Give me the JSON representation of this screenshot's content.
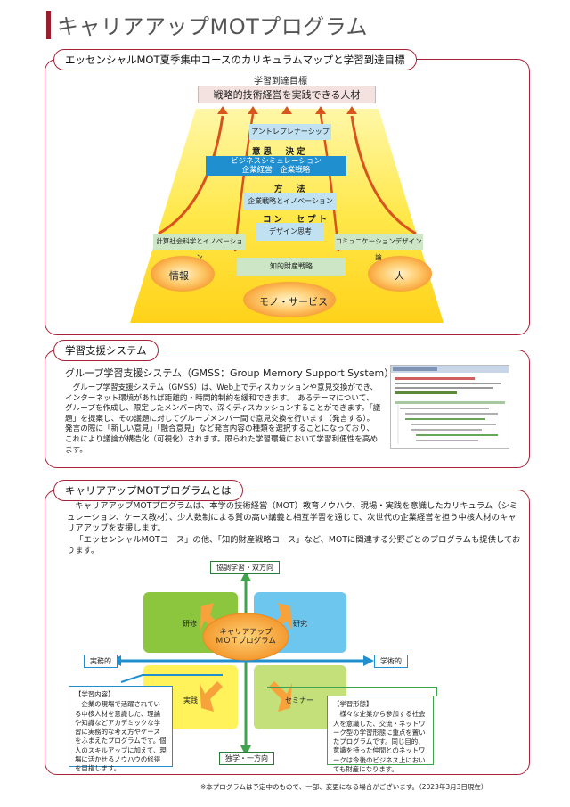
{
  "page": {
    "title": "キャリアアップMOTプログラム"
  },
  "curriculum": {
    "section_label": "エッセンシャルMOT夏季集中コースのカリキュラムマップと学習到達目標",
    "goal_label": "学習到達目標",
    "goal_text": "戦略的技術経営を実践できる人材",
    "entrepreneurship": "アントレプレナーシップ",
    "decision": "意思　決定",
    "simulation": "ビジネスシミュレーション",
    "strategy": "企業経営　企業戦略",
    "method": "方　法",
    "innovation": "企業戦略とイノベーション",
    "concept": "コン　セプト",
    "design": "デザイン思考",
    "left_item": "計算社会科学とイノベーション",
    "right_item": "コミュニケーションデザイン論",
    "ip": "知的財産戦略",
    "info": "情報",
    "people": "人",
    "goods": "モノ・サービス"
  },
  "support": {
    "section_label": "学習支援システム",
    "subtitle": "グループ学習支援システム（GMSS：Group Memory Support System）",
    "body": "グループ学習支援システム（GMSS）は、Web上でディスカッションや意見交換ができ、インターネット環境があれば距離的・時間的制約を緩和できます。　あるテーマについて、グループを作成し、限定したメンバー内で、深くディスカッションすることができます。「議題」を提案し、その議題に対してグループメンバー間で意見交換を行います（発言する）。発言の際に「新しい意見」「融合意見」など発言内容の種類を選択することになっており、これにより議論が構造化（可視化）されます。限られた学習環境において学習利便性を高めます。"
  },
  "program": {
    "section_label": "キャリアアップMOTプログラムとは",
    "para1": "キャリアアップMOTプログラムは、本学の技術経営（MOT）教育ノウハウ、現場・実践を意識したカリキュラム（シミュレーション、ケース教材）、少人数制による質の高い講義と相互学習を通じて、次世代の企業経営を担う中核人材のキャリアアップを支援します。",
    "para2": "「エッセンシャルMOTコース」の他、「知的財産戦略コース」など、MOTに関連する分野ごとのプログラムも提供しております。",
    "axis_top": "協調学習・双方向",
    "axis_bottom": "独学・一方向",
    "axis_left": "実務的",
    "axis_right": "学術的",
    "q_training": "研修",
    "q_research": "研究",
    "q_practice": "実践",
    "q_seminar": "セミナー",
    "center": "キャリアアップ\nＭＯＴプログラム",
    "content_title": "【学習内容】",
    "content_body": "企業の現場で活躍されている中核人材を意識した、理論や知識などアカデミックな学習に実務的な考え方やケースをふまえたプログラムです。個人のスキルアップに加えて、現場に活かせるノウハウの修得を目指します。",
    "form_title": "【学習形態】",
    "form_body": "様々な企業から参加する社会人を意識した、交流・ネットワーク型の学習形態に重点を置いたプログラムです。同じ目的、意識を持った仲間とのネットワークは今後のビジネス上においても財産になります。"
  },
  "footnote": "※本プログラムは予定中のもので、一部、変更になる場合がございます。（2023年3月3日現在）",
  "colors": {
    "accent": "#a8233a",
    "yellow": "#ffd92e",
    "blue": "#1f8fcf",
    "green": "#8cc63f",
    "orange": "#f7a23b"
  }
}
